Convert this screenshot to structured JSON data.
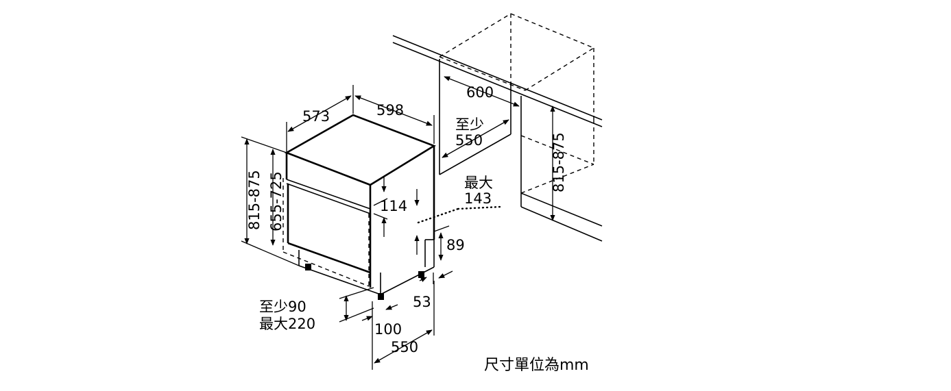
{
  "labels": {
    "depth_573": "573",
    "width_598": "598",
    "niche_width_600": "600",
    "niche_depth_min": "至少",
    "niche_depth_550": "550",
    "height_815_875_left": "815-875",
    "height_655_725": "655-725",
    "max_label": "最大",
    "max_143": "143",
    "panel_114": "114",
    "gap_89": "89",
    "kick_53": "53",
    "plinth_min": "至少90",
    "plinth_max": "最大220",
    "leg_100": "100",
    "base_550": "550",
    "niche_height_815_875": "815-875",
    "unit_caption": "尺寸單位為mm"
  }
}
